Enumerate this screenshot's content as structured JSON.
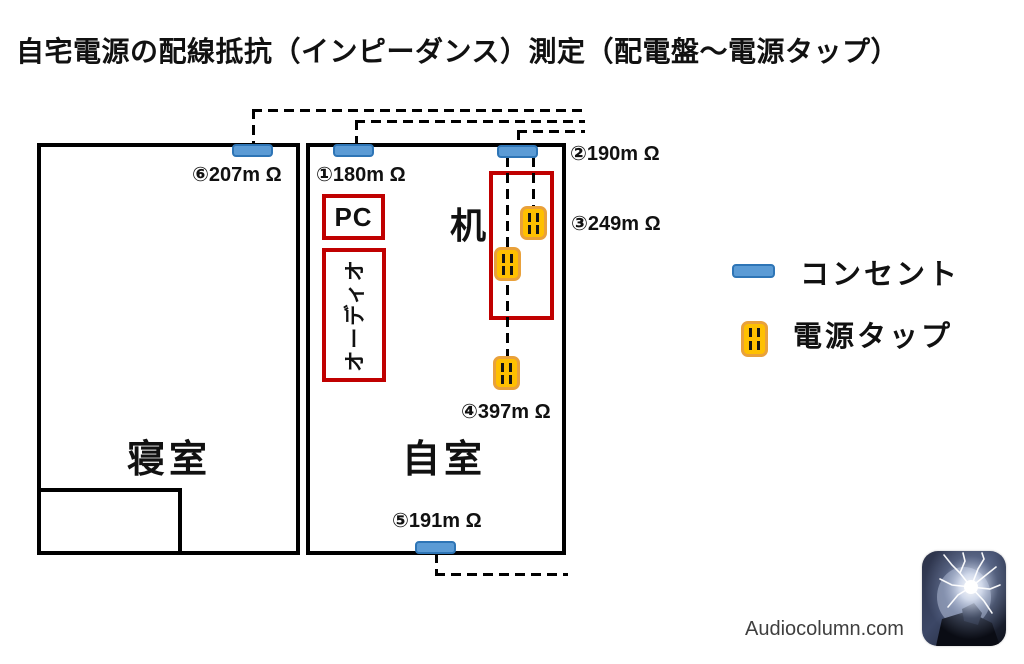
{
  "title": "自宅電源の配線抵抗（インピーダンス）測定（配電盤～電源タップ）",
  "rooms": {
    "bedroom": "寝室",
    "own_room": "自室"
  },
  "furniture": {
    "pc": "PC",
    "audio": "オーディオ",
    "desk": "机"
  },
  "measurements": {
    "p1": "①180m Ω",
    "p2": "②190m Ω",
    "p3": "③249m Ω",
    "p4": "④397m Ω",
    "p5": "⑤191m Ω",
    "p6": "⑥207m Ω"
  },
  "legend": {
    "outlet_label": "コンセント",
    "tap_label": "電源タップ"
  },
  "footer": {
    "watermark": "Audiocolumn.com"
  },
  "icons": {
    "outlet": "blue rounded bar = wall outlet (コンセント)",
    "power_tap": "orange rounded square with 4 slots = power tap (電源タップ)",
    "app_icon": "Audiocolumn site icon: anime figure with white lightning burst on dark background"
  },
  "colors": {
    "outlet_fill": "#5B9BD5",
    "outlet_border": "#2E75B6",
    "tap_fill": "#FFC000",
    "tap_border": "#E9A13B",
    "red_box": "#C00000",
    "wall": "#000000"
  }
}
